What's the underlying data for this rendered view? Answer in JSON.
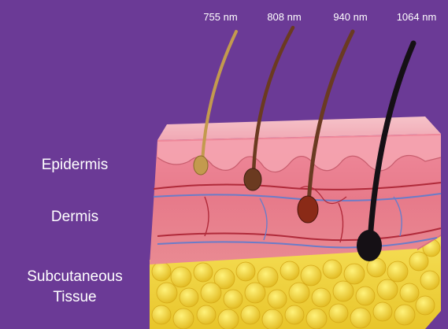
{
  "wavelengths": [
    "755 nm",
    "808 nm",
    "940 nm",
    "1064 nm"
  ],
  "layers": {
    "epidermis": "Epidermis",
    "dermis": "Dermis",
    "subcutaneous_line1": "Subcutaneous",
    "subcutaneous_line2": "Tissue"
  },
  "colors": {
    "background": "#6b3a96",
    "epidermis_top": "#f3b1bc",
    "dermis": "#e98593",
    "fat": "#f1d53a",
    "hair_755": "#c39a4e",
    "hair_808": "#6b3a20",
    "hair_940": "#8a2a17",
    "hair_1064": "#151015"
  }
}
